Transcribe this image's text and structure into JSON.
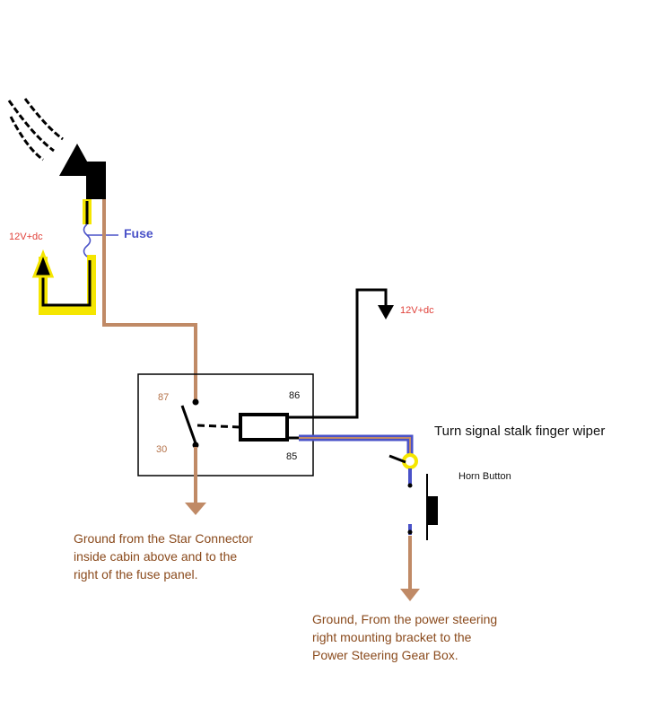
{
  "labels": {
    "fuse": "Fuse",
    "voltage_left": "12V+dc",
    "voltage_right": "12V+dc",
    "pin_87": "87",
    "pin_86": "86",
    "pin_30": "30",
    "pin_85": "85",
    "turn_signal": "Turn signal stalk finger wiper",
    "horn_button": "Horn Button",
    "ground_relay": [
      "Ground from the Star Connector",
      "inside cabin above and to the",
      "right of the fuse panel."
    ],
    "ground_horn": [
      "Ground, From the power steering",
      "right mounting bracket to the",
      "Power Steering Gear Box."
    ]
  },
  "colors": {
    "wire_brown": "#c08a66",
    "wire_black": "#000000",
    "wire_blue": "#4a52c8",
    "highlight_yellow": "#f5e600",
    "text_red": "#e0413a",
    "text_brown": "#8a4a1c"
  },
  "icons": [
    "horn-icon",
    "sound-waves-icon",
    "power-arrow-icon",
    "fuse-icon",
    "relay-coil-icon",
    "relay-switch-icon",
    "ground-arrow-icon"
  ]
}
